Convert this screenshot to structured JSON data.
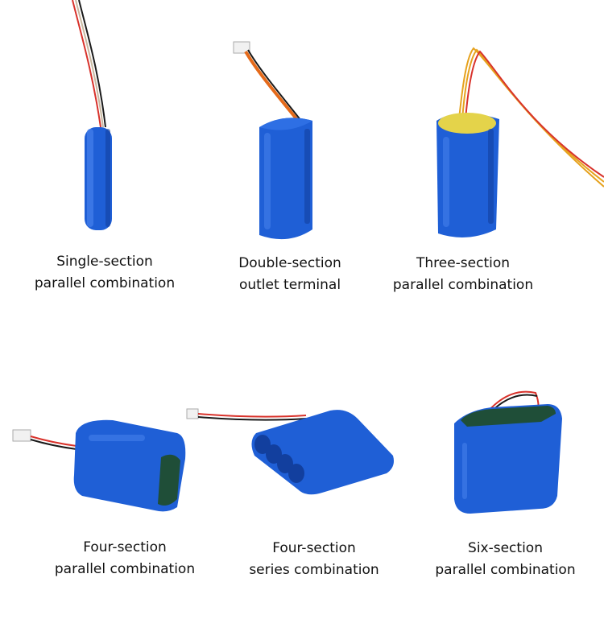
{
  "palette": {
    "battery_blue": "#1f5fd6",
    "battery_dark": "#123f9e",
    "cell_top": "#e4d34a",
    "wire_red": "#d8322b",
    "wire_black": "#1a1a1a"
  },
  "items": [
    {
      "line1": "Single-section",
      "line2": "parallel combination",
      "image": "single-cylinder-battery"
    },
    {
      "line1": "Double-section",
      "line2": "outlet terminal",
      "image": "double-cell-battery-with-connector"
    },
    {
      "line1": "Three-section",
      "line2": "parallel combination",
      "image": "triple-cell-battery-with-wires"
    },
    {
      "line1": "Four-section",
      "line2": "parallel combination",
      "image": "four-cell-stacked-battery"
    },
    {
      "line1": "Four-section",
      "line2": "series combination",
      "image": "four-cell-row-battery"
    },
    {
      "line1": "Six-section",
      "line2": "parallel combination",
      "image": "six-cell-block-battery"
    }
  ]
}
